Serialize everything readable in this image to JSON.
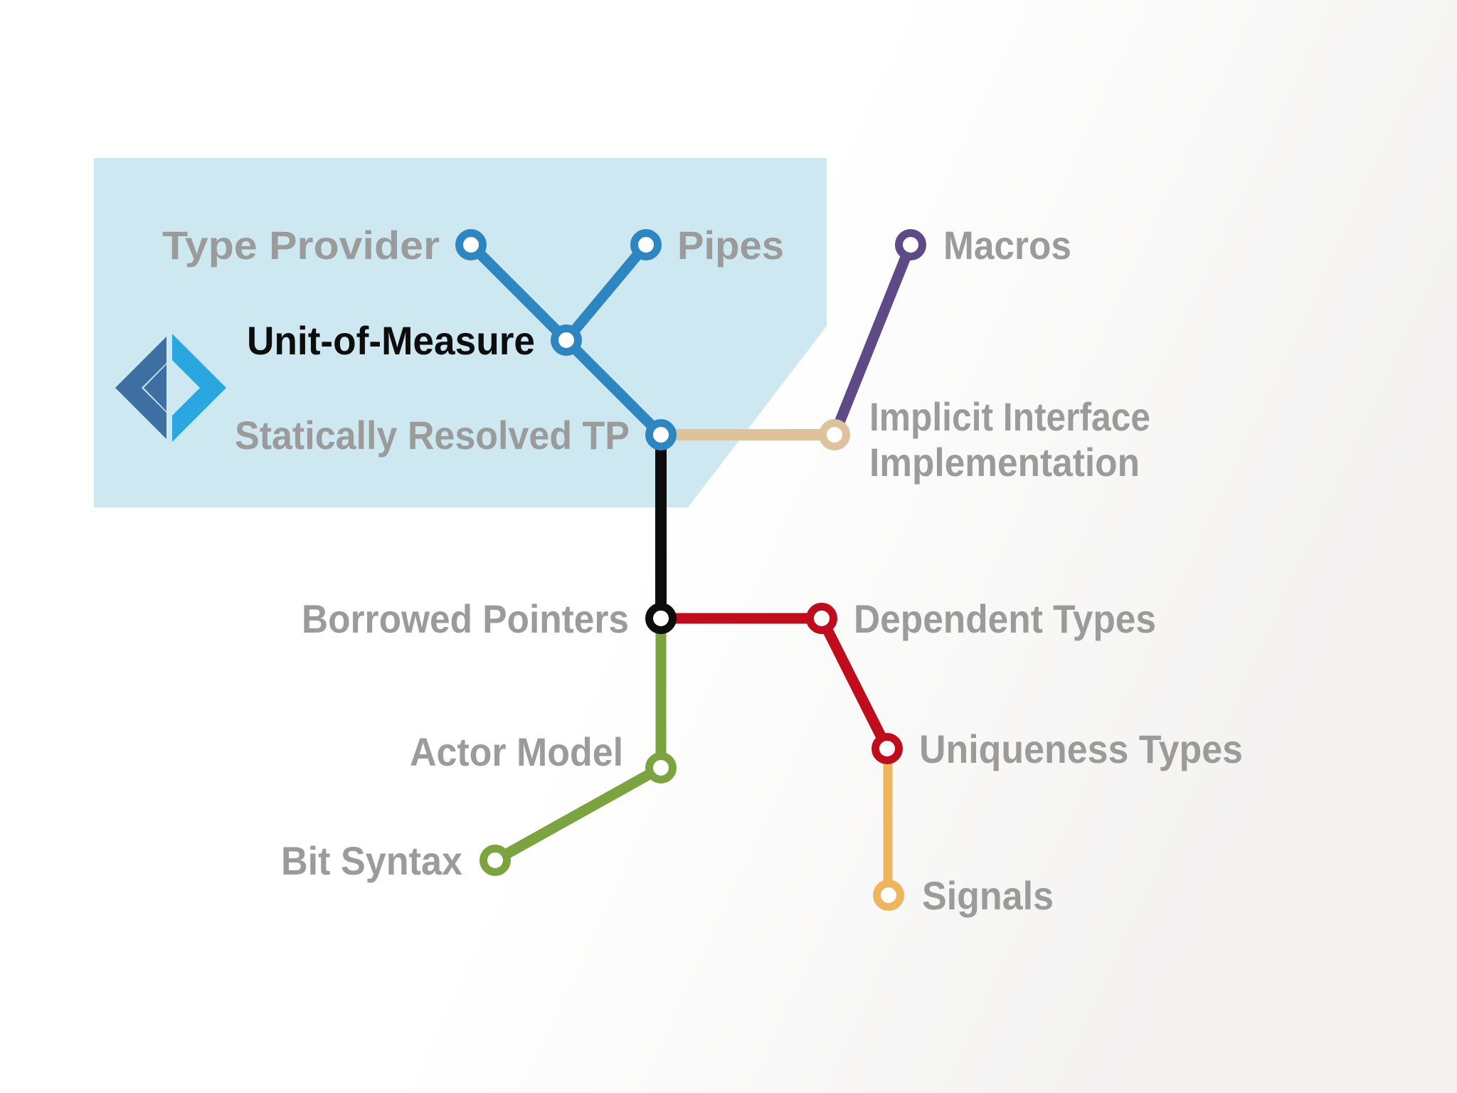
{
  "diagram": {
    "kind": "metro-map-of-language-features",
    "highlighted_language_logo": "fsharp-logo",
    "stations": {
      "type_provider": {
        "label": "Type Provider"
      },
      "pipes": {
        "label": "Pipes"
      },
      "unit_of_measure": {
        "label": "Unit-of-Measure"
      },
      "statically_resolved": {
        "label": "Statically Resolved TP"
      },
      "macros": {
        "label": "Macros"
      },
      "implicit_interface": {
        "label_line1": "Implicit Interface",
        "label_line2": "Implementation"
      },
      "borrowed_pointers": {
        "label": "Borrowed Pointers"
      },
      "dependent_types": {
        "label": "Dependent Types"
      },
      "uniqueness_types": {
        "label": "Uniqueness Types"
      },
      "signals": {
        "label": "Signals"
      },
      "actor_model": {
        "label": "Actor Model"
      },
      "bit_syntax": {
        "label": "Bit Syntax"
      }
    },
    "lines": [
      {
        "color_key": "blue",
        "route": [
          "Type Provider",
          "Unit-of-Measure",
          "Statically Resolved TP"
        ]
      },
      {
        "color_key": "blue",
        "route": [
          "Unit-of-Measure",
          "Pipes"
        ]
      },
      {
        "color_key": "tan",
        "route": [
          "Statically Resolved TP",
          "Implicit Interface Implementation"
        ]
      },
      {
        "color_key": "purple",
        "route": [
          "Implicit Interface Implementation",
          "Macros"
        ]
      },
      {
        "color_key": "black",
        "route": [
          "Statically Resolved TP",
          "Borrowed Pointers"
        ]
      },
      {
        "color_key": "red",
        "route": [
          "Borrowed Pointers",
          "Dependent Types",
          "Uniqueness Types"
        ]
      },
      {
        "color_key": "orange",
        "route": [
          "Uniqueness Types",
          "Signals"
        ]
      },
      {
        "color_key": "green",
        "route": [
          "Borrowed Pointers",
          "Actor Model",
          "Bit Syntax"
        ]
      }
    ]
  },
  "palette": {
    "blue": "#2e86c0",
    "purple": "#5d4a87",
    "tan": "#ddc29c",
    "black": "#0d0d0d",
    "red": "#c00d1d",
    "green": "#7ba441",
    "orange": "#efb45e",
    "label_gray": "#9b9b9b",
    "label_black": "#0d0d0d",
    "highlight_fill": "#cde8f1",
    "logo_dark": "#3d6fa2",
    "logo_light": "#2aa6e0",
    "node_fill": "#ffffff",
    "background": "#ffffff"
  }
}
